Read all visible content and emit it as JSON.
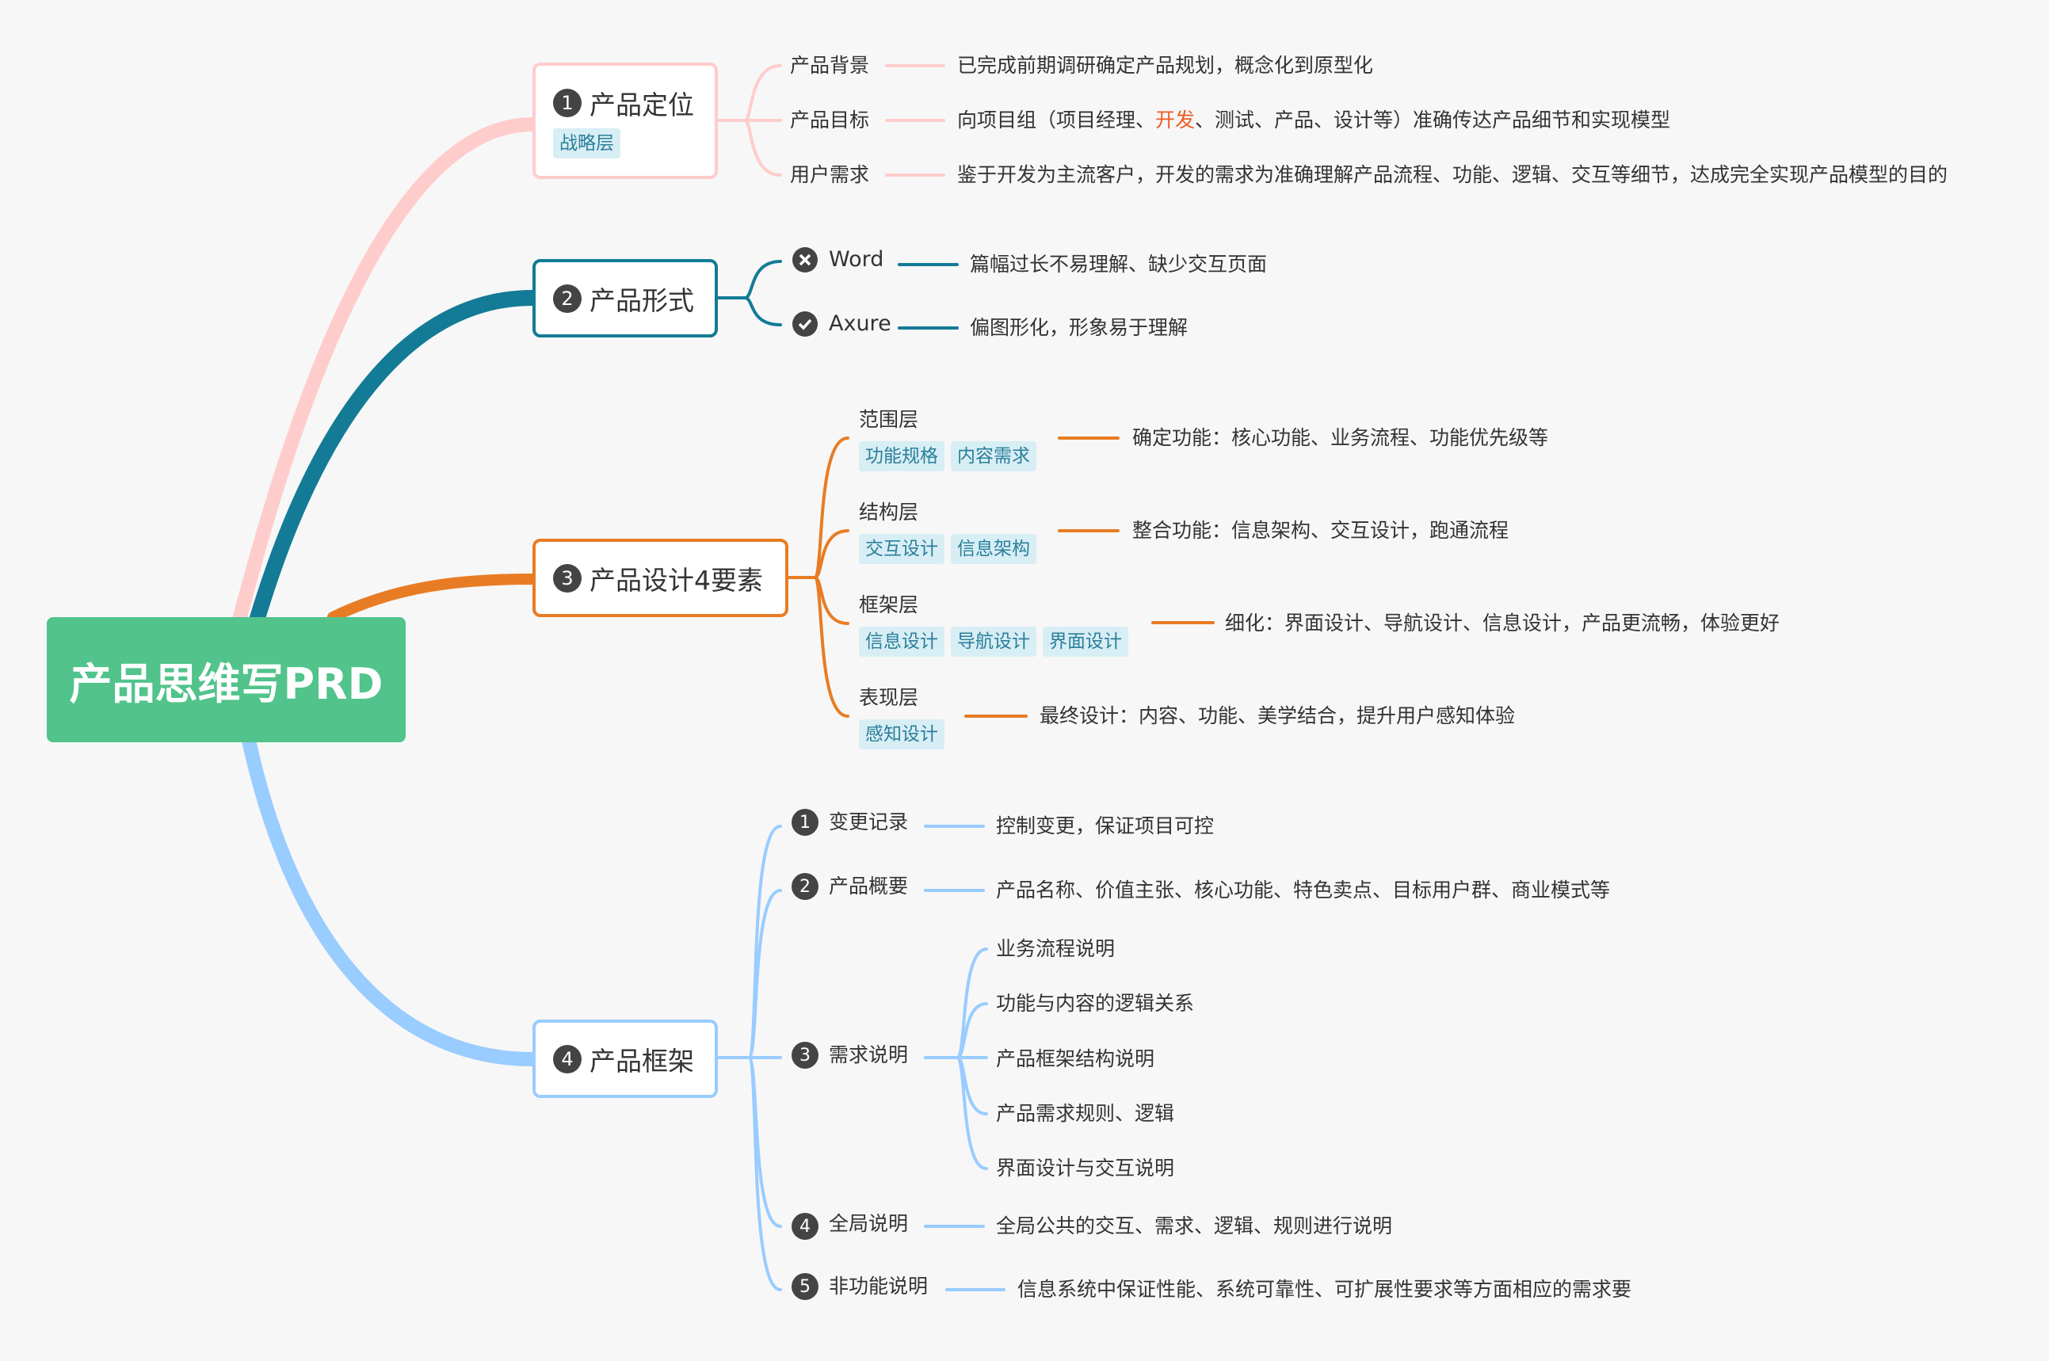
{
  "root": {
    "title": "产品思维写PRD"
  },
  "colors": {
    "root": "#51c38b",
    "b1": "#ffcccc",
    "b2": "#137b96",
    "b3": "#e87c24",
    "b4": "#99ccff",
    "tag_bg": "#d8eef5"
  },
  "b1": {
    "num": "1",
    "title": "产品定位",
    "tag": "战略层",
    "items": [
      {
        "label": "产品背景",
        "desc": "已完成前期调研确定产品规划，概念化到原型化"
      },
      {
        "label": "产品目标",
        "desc_pre": "向项目组（项目经理、",
        "desc_hl": "开发",
        "desc_post": "、测试、产品、设计等）准确传达产品细节和实现模型"
      },
      {
        "label": "用户需求",
        "desc": "鉴于开发为主流客户，开发的需求为准确理解产品流程、功能、逻辑、交互等细节，达成完全实现产品模型的目的"
      }
    ]
  },
  "b2": {
    "num": "2",
    "title": "产品形式",
    "items": [
      {
        "icon": "cross-circle-icon",
        "label": "Word",
        "desc": "篇幅过长不易理解、缺少交互页面"
      },
      {
        "icon": "check-circle-icon",
        "label": "Axure",
        "desc": "偏图形化，形象易于理解"
      }
    ]
  },
  "b3": {
    "num": "3",
    "title": "产品设计4要素",
    "items": [
      {
        "label": "范围层",
        "tags": [
          "功能规格",
          "内容需求"
        ],
        "desc": "确定功能：核心功能、业务流程、功能优先级等"
      },
      {
        "label": "结构层",
        "tags": [
          "交互设计",
          "信息架构"
        ],
        "desc": "整合功能：信息架构、交互设计，跑通流程"
      },
      {
        "label": "框架层",
        "tags": [
          "信息设计",
          "导航设计",
          "界面设计"
        ],
        "desc": "细化：界面设计、导航设计、信息设计，产品更流畅，体验更好"
      },
      {
        "label": "表现层",
        "tags": [
          "感知设计"
        ],
        "desc": "最终设计：内容、功能、美学结合，提升用户感知体验"
      }
    ]
  },
  "b4": {
    "num": "4",
    "title": "产品框架",
    "items": [
      {
        "num": "1",
        "label": "变更记录",
        "desc": "控制变更，保证项目可控"
      },
      {
        "num": "2",
        "label": "产品概要",
        "desc": "产品名称、价值主张、核心功能、特色卖点、目标用户群、商业模式等"
      },
      {
        "num": "3",
        "label": "需求说明",
        "subs": [
          "业务流程说明",
          "功能与内容的逻辑关系",
          "产品框架结构说明",
          "产品需求规则、逻辑",
          "界面设计与交互说明"
        ]
      },
      {
        "num": "4",
        "label": "全局说明",
        "desc": "全局公共的交互、需求、逻辑、规则进行说明"
      },
      {
        "num": "5",
        "label": "非功能说明",
        "desc": "信息系统中保证性能、系统可靠性、可扩展性要求等方面相应的需求要"
      }
    ]
  }
}
